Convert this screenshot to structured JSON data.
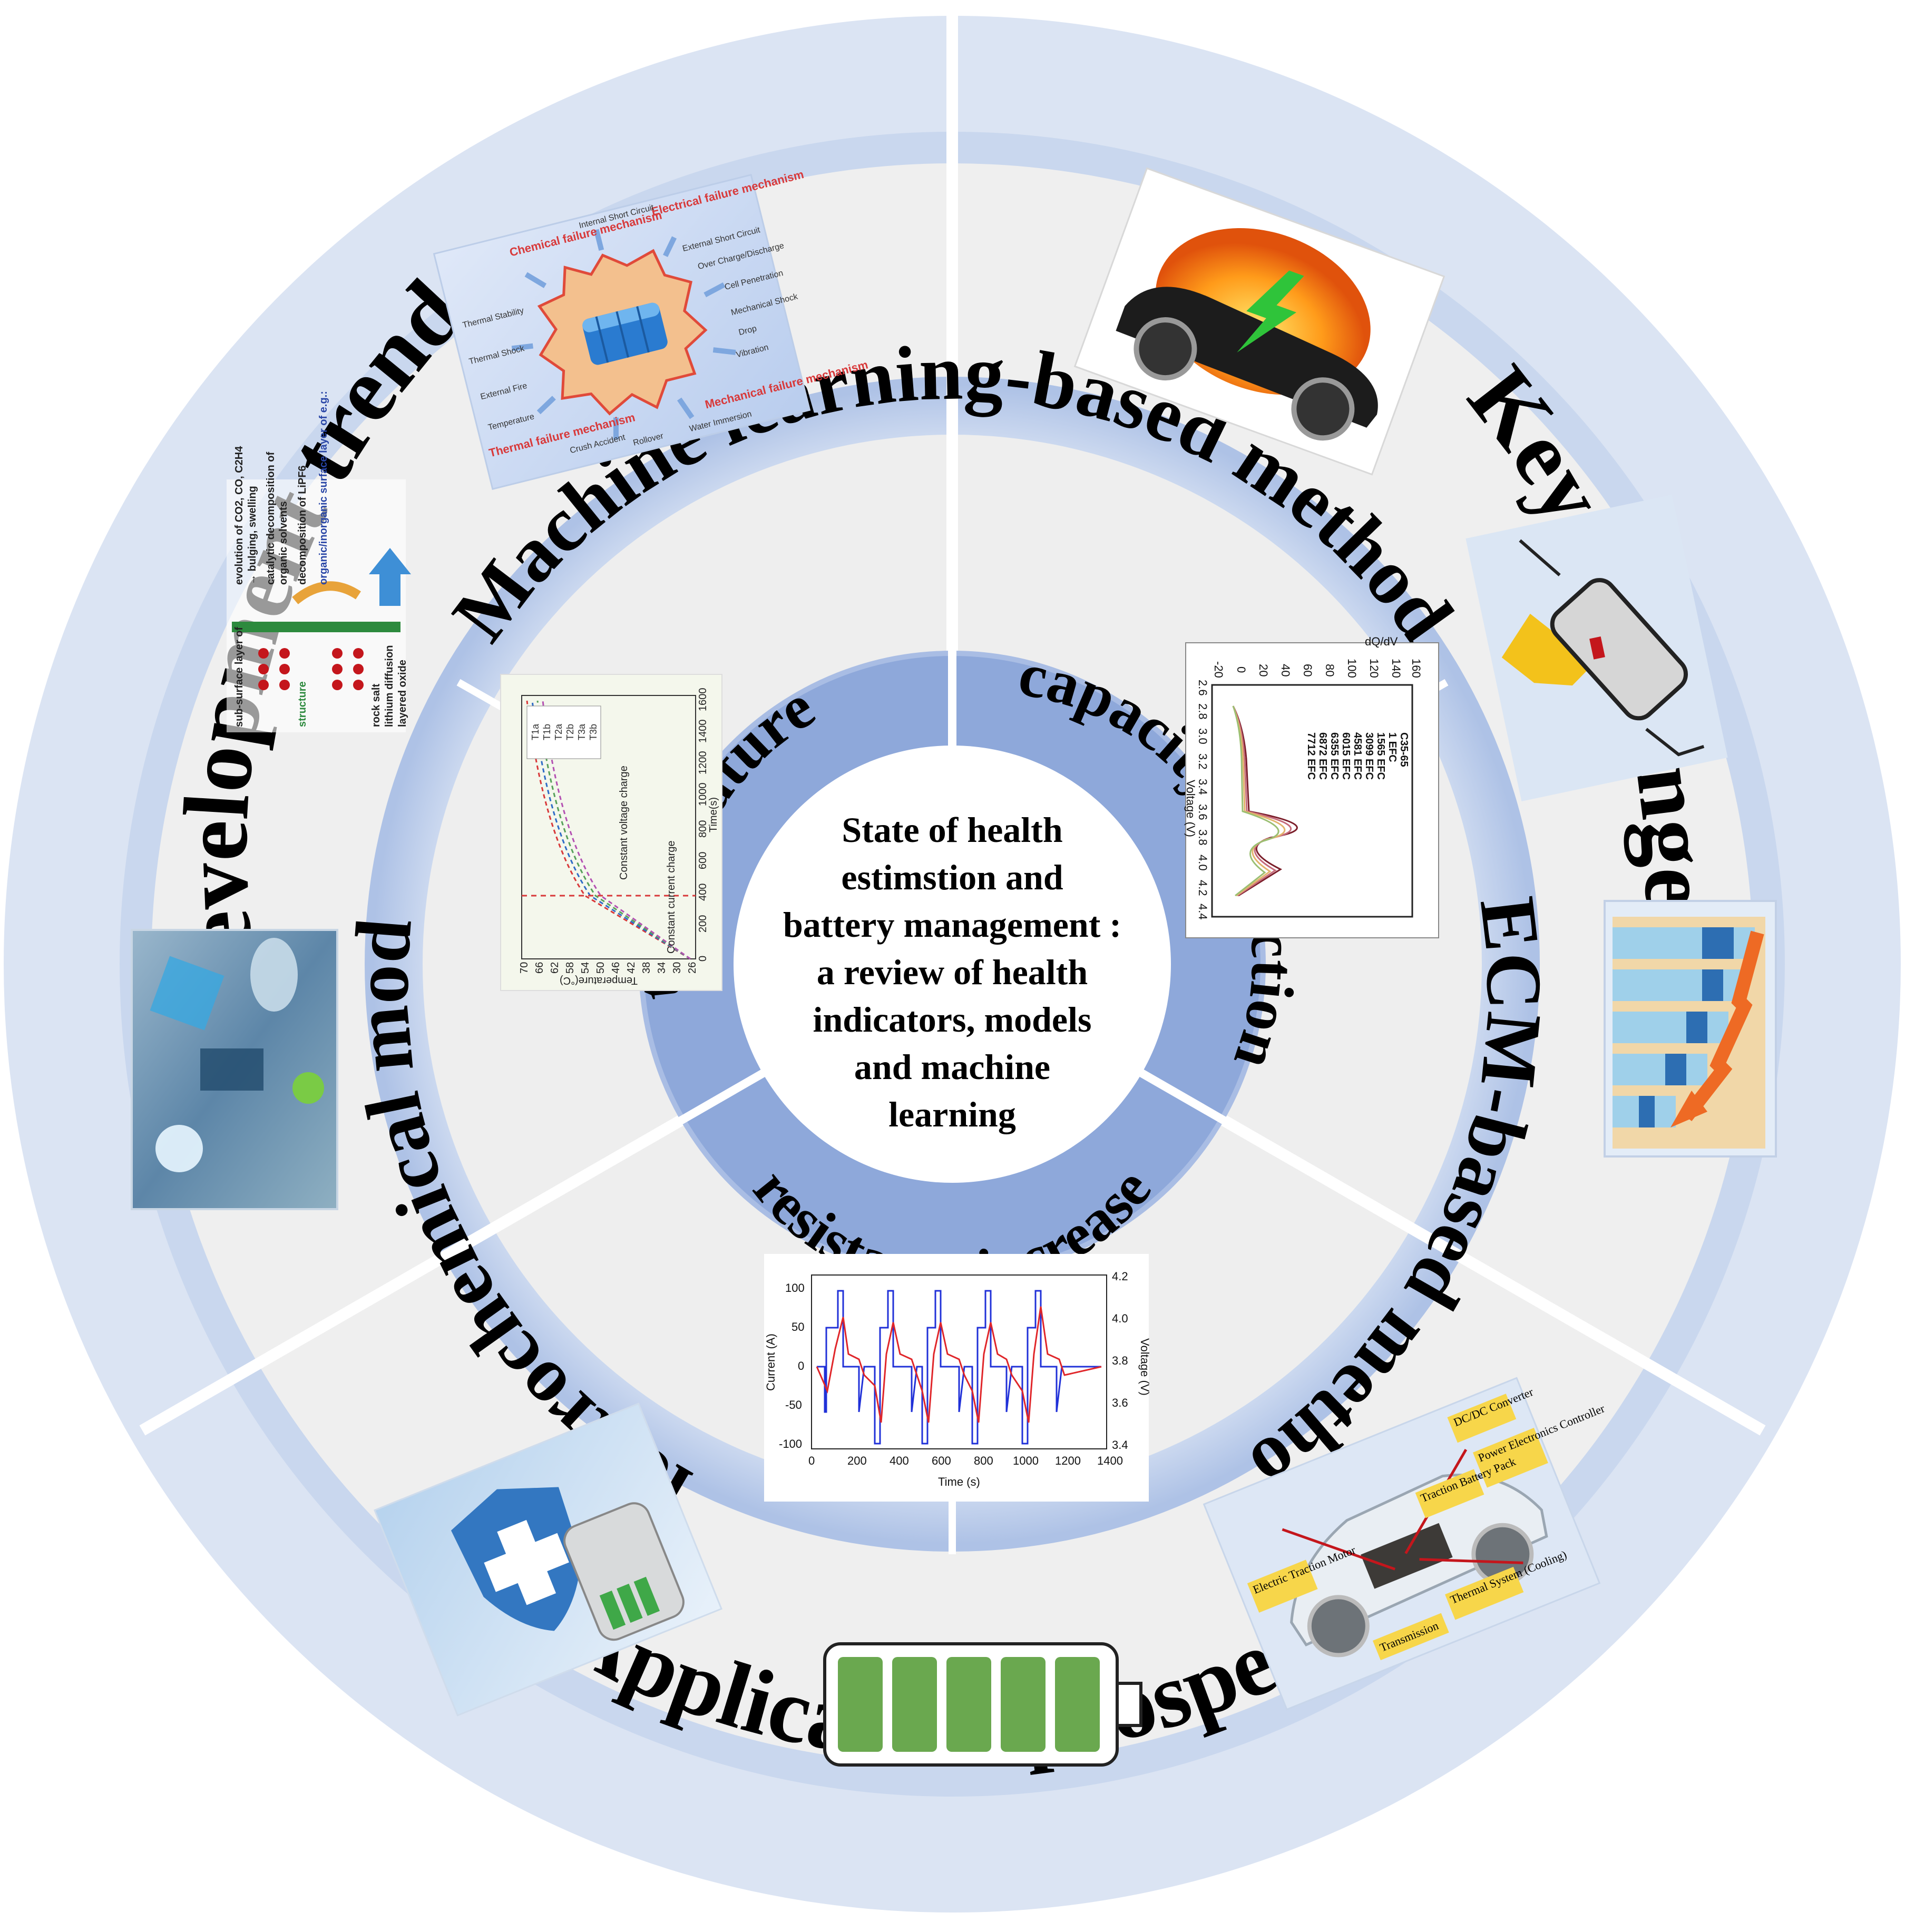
{
  "title_lines": [
    "State of health",
    "estimstion and",
    "battery management :",
    "a review of health",
    "indicators, models",
    "and machine",
    "learning"
  ],
  "outer_ring": {
    "development": "Development trend",
    "challenges": "Key challenges",
    "application": "Application prospect"
  },
  "middle_ring": {
    "ml": "Machine learning-based method",
    "ecm": "ECM-based method",
    "electro": "Electrochemical model"
  },
  "inner_ring": {
    "temperature": "temperature",
    "capacity": "capacity reduction",
    "resistance": "resistance increase"
  },
  "dqdv_plot": {
    "xlabel": "Voltage (V)",
    "ylabel": "dQ/dV",
    "legend": [
      "C35-65",
      "1 EFC",
      "1565 EFC",
      "3099 EFC",
      "4581 EFC",
      "6015 EFC",
      "6355 EFC",
      "6872 EFC",
      "7712 EFC"
    ],
    "xticks": [
      "2.6",
      "2.8",
      "3.0",
      "3.2",
      "3.4",
      "3.6",
      "3.8",
      "4.0",
      "4.2",
      "4.4"
    ],
    "yticks": [
      "-20",
      "0",
      "20",
      "40",
      "60",
      "80",
      "100",
      "120",
      "140",
      "160"
    ]
  },
  "current_plot": {
    "xlabel": "Time (s)",
    "ylabel_left": "Current (A)",
    "ylabel_right": "Voltage (V)",
    "xticks": [
      "0",
      "200",
      "400",
      "600",
      "800",
      "1000",
      "1200",
      "1400"
    ],
    "yticks_left": [
      "100",
      "50",
      "0",
      "-50",
      "-100"
    ],
    "yticks_right": [
      "4.2",
      "4.0",
      "3.8",
      "3.6",
      "3.4"
    ]
  },
  "temp_plot": {
    "xlabel": "Time(s)",
    "ylabel": "Temperature(°C)",
    "notes": [
      "Constant voltage charge",
      "Constant current charge"
    ],
    "xticks": [
      "0",
      "200",
      "400",
      "600",
      "800",
      "1000",
      "1200",
      "1400",
      "1600"
    ],
    "yticks": [
      "26",
      "30",
      "34",
      "38",
      "42",
      "46",
      "50",
      "54",
      "58",
      "62",
      "66",
      "70"
    ],
    "legend": [
      "T1a",
      "T1b",
      "T2a",
      "T2b",
      "T3a",
      "T3b"
    ]
  },
  "sei_labels": [
    "evolution of CO2, CO, C2H4",
    "→ bulging, swelling",
    "catalytic decomposition of",
    "organic solvents",
    "organic/inorganic surface layer of e.g.:",
    "decomposition of LiPF6",
    "sub-surface layer of",
    "structure",
    "rock salt",
    "lithium diffusion",
    "layered oxide"
  ],
  "failure_labels": [
    "Chemical failure mechanism",
    "Electrical failure mechanism",
    "Thermal failure mechanism",
    "Mechanical failure mechanism",
    "Internal Short Circuit",
    "External Short Circuit",
    "Over Charge/Discharge",
    "Cell Penetration",
    "Mechanical Shock",
    "Drop",
    "Vibration",
    "Water Immersion",
    "Rollover",
    "Crush Accident",
    "Temperature",
    "External Fire",
    "Thermal Shock",
    "Thermal Stability"
  ],
  "car_labels": [
    "DC/DC Converter",
    "Power Electronics Controller",
    "Traction Battery Pack",
    "Thermal System (Cooling)",
    "Transmission",
    "Electric Traction Motor"
  ],
  "colors": {
    "outer_ring": "#d9e2f1",
    "middle_band": "#c4d3ec",
    "inner_ring": "#8aa5d8",
    "sector_bg": "#efefef",
    "battery_green": "#6aa84f"
  }
}
